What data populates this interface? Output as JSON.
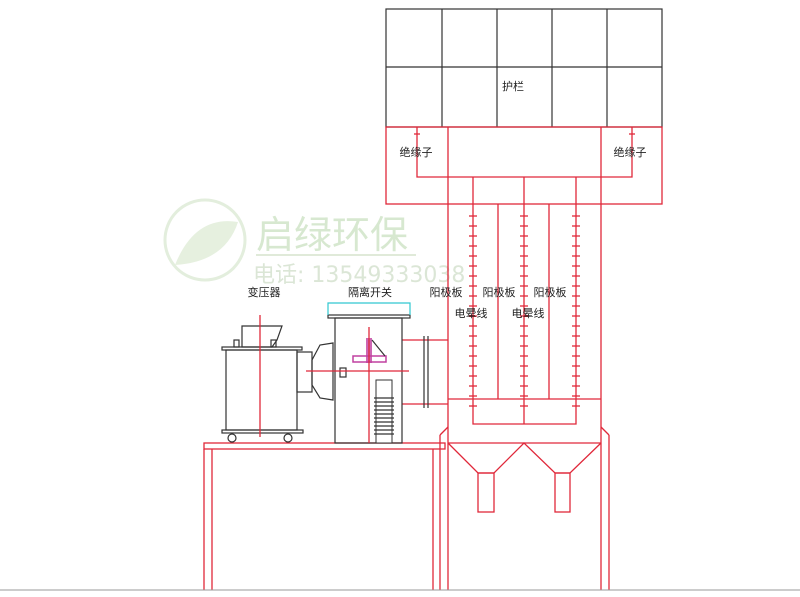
{
  "watermark": {
    "brand": "启绿环保",
    "phone": "电话: 13549333038"
  },
  "labels": {
    "guardrail": "护栏",
    "insulator_left": "绝缘子",
    "insulator_right": "绝缘子",
    "transformer": "变压器",
    "isolation_switch": "隔离开关",
    "anode_plate_1": "阳极板",
    "anode_plate_2": "阳极板",
    "anode_plate_3": "阳极板",
    "corona_wire_1": "电晕线",
    "corona_wire_2": "电晕线"
  },
  "colors": {
    "line": "#e0283a",
    "equipment": "#333333",
    "accent": "#c040a0",
    "dimension": "#30c8d0"
  }
}
